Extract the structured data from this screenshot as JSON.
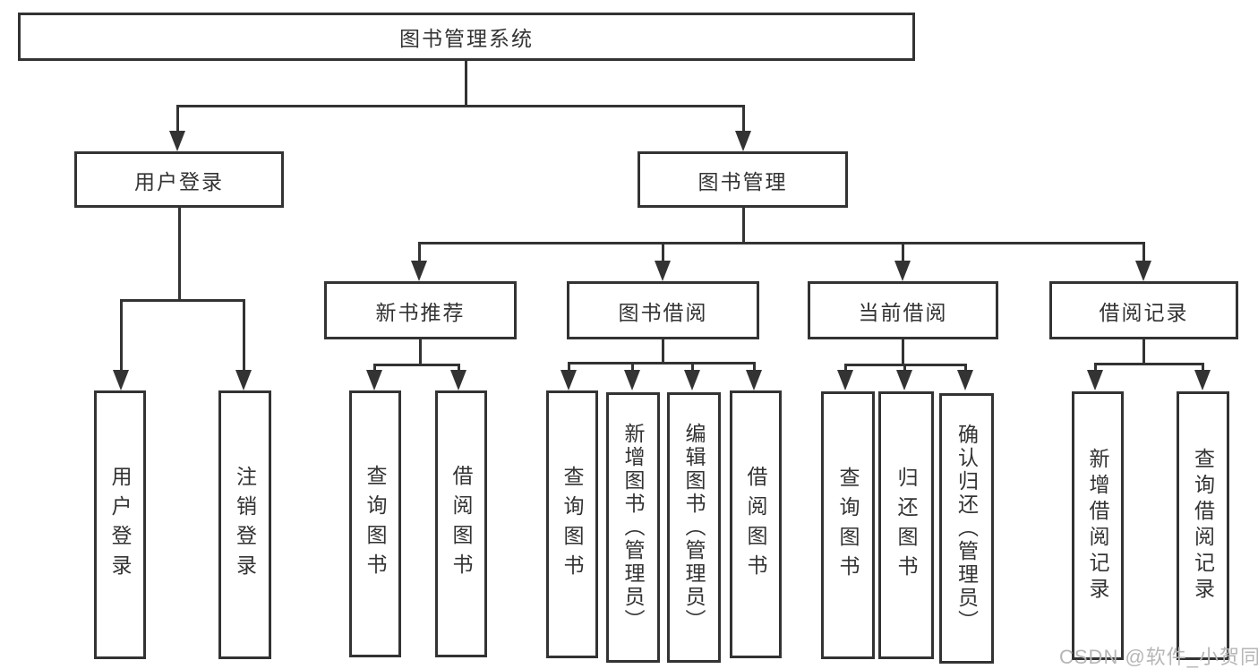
{
  "page": {
    "background": "#ffffff"
  },
  "colors": {
    "line": "#333333",
    "box_border": "#333333",
    "text": "#333333",
    "watermark": "#b6b6b6"
  },
  "watermark": {
    "text": "CSDN @软件_小贺同学"
  },
  "diagram": {
    "type": "hierarchy-tree",
    "title_node": "图书管理系统",
    "nodes": {
      "root": {
        "label": "图书管理系统",
        "level": 0
      },
      "user_login": {
        "label": "用户登录",
        "level": 1
      },
      "book_mgmt": {
        "label": "图书管理",
        "level": 1
      },
      "login": {
        "label": "用户登录",
        "level": 2
      },
      "logout": {
        "label": "注销登录",
        "level": 2
      },
      "new_rec": {
        "label": "新书推荐",
        "level": 2
      },
      "borrow": {
        "label": "图书借阅",
        "level": 2
      },
      "current": {
        "label": "当前借阅",
        "level": 2
      },
      "records": {
        "label": "借阅记录",
        "level": 2
      },
      "rec_query": {
        "label": "查询图书",
        "level": 3
      },
      "rec_borrow": {
        "label": "借阅图书",
        "level": 3
      },
      "bb_query": {
        "label": "查询图书",
        "level": 3
      },
      "bb_add": {
        "label": "新增图书（管理员）",
        "level": 3
      },
      "bb_edit": {
        "label": "编辑图书（管理员）",
        "level": 3
      },
      "bb_borrow": {
        "label": "借阅图书",
        "level": 3
      },
      "cb_query": {
        "label": "查询图书",
        "level": 3
      },
      "cb_return": {
        "label": "归还图书",
        "level": 3
      },
      "cb_confirm": {
        "label": "确认归还（管理员）",
        "level": 3
      },
      "br_add": {
        "label": "新增借阅记录",
        "level": 3
      },
      "br_query": {
        "label": "查询借阅记录",
        "level": 3
      }
    },
    "edges": [
      [
        "root",
        "user_login"
      ],
      [
        "root",
        "book_mgmt"
      ],
      [
        "user_login",
        "login"
      ],
      [
        "user_login",
        "logout"
      ],
      [
        "book_mgmt",
        "new_rec"
      ],
      [
        "book_mgmt",
        "borrow"
      ],
      [
        "book_mgmt",
        "current"
      ],
      [
        "book_mgmt",
        "records"
      ],
      [
        "new_rec",
        "rec_query"
      ],
      [
        "new_rec",
        "rec_borrow"
      ],
      [
        "borrow",
        "bb_query"
      ],
      [
        "borrow",
        "bb_add"
      ],
      [
        "borrow",
        "bb_edit"
      ],
      [
        "borrow",
        "bb_borrow"
      ],
      [
        "current",
        "cb_query"
      ],
      [
        "current",
        "cb_return"
      ],
      [
        "current",
        "cb_confirm"
      ],
      [
        "records",
        "br_add"
      ],
      [
        "records",
        "br_query"
      ]
    ]
  }
}
